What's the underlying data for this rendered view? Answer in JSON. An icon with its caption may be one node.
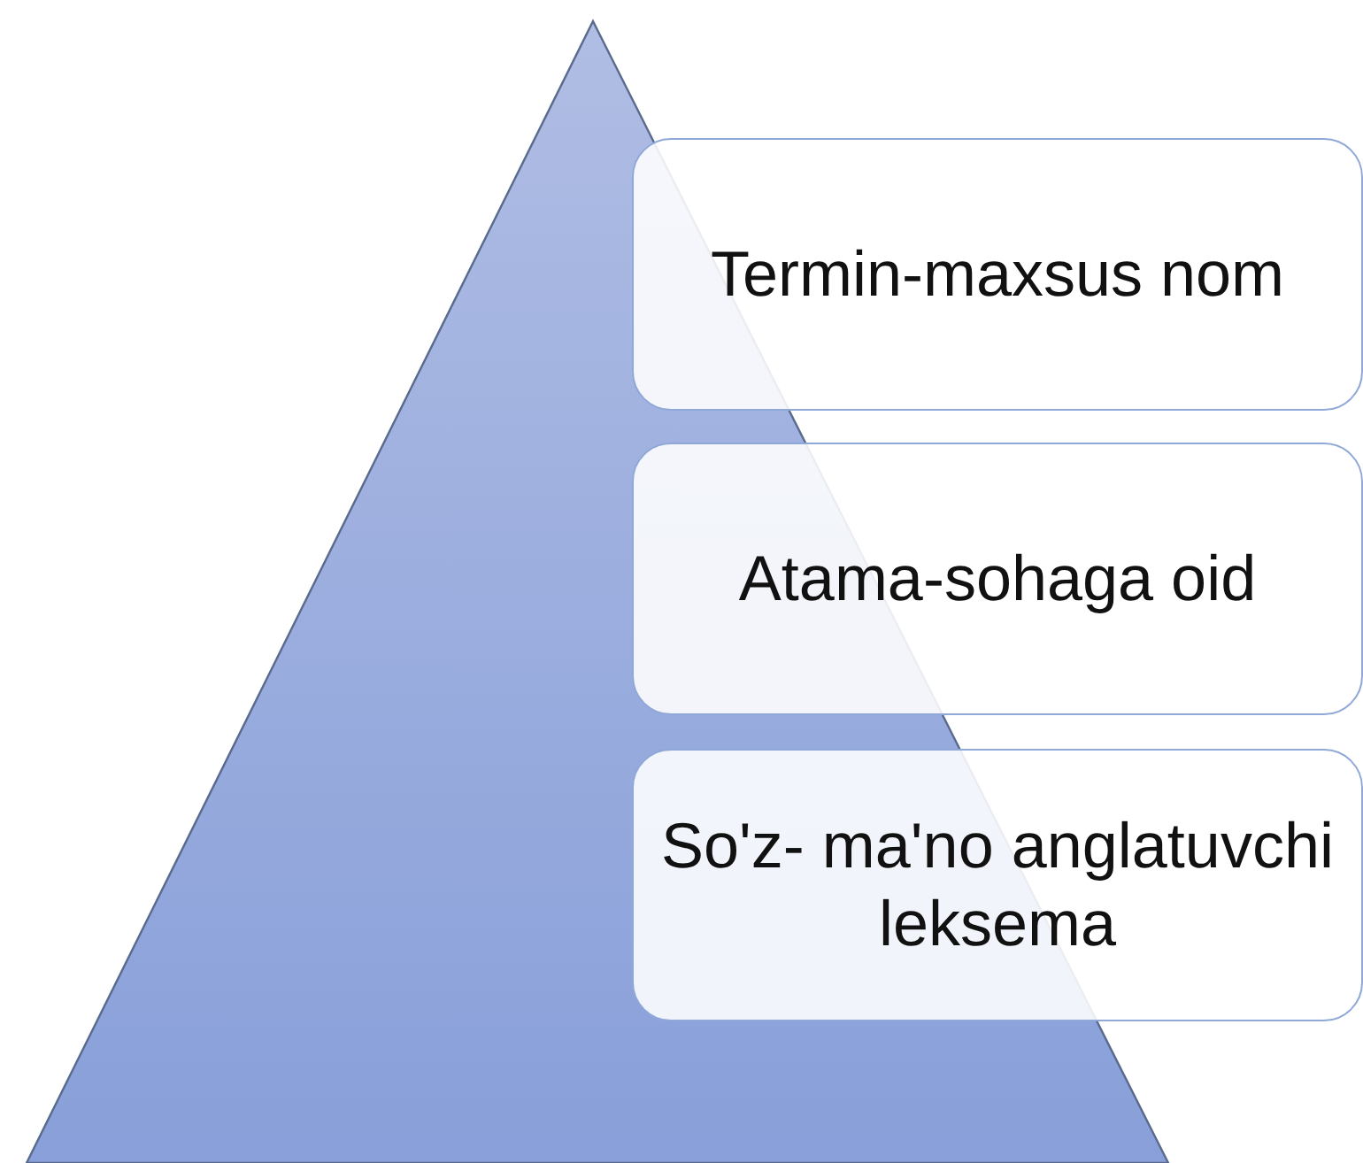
{
  "diagram": {
    "nodes": [
      {
        "text": [
          "Termin-maxsus nom"
        ]
      },
      {
        "text": [
          "Atama-sohaga oid"
        ]
      },
      {
        "text": [
          "So'z- ma'no anglatuvchi leksema"
        ]
      }
    ]
  }
}
